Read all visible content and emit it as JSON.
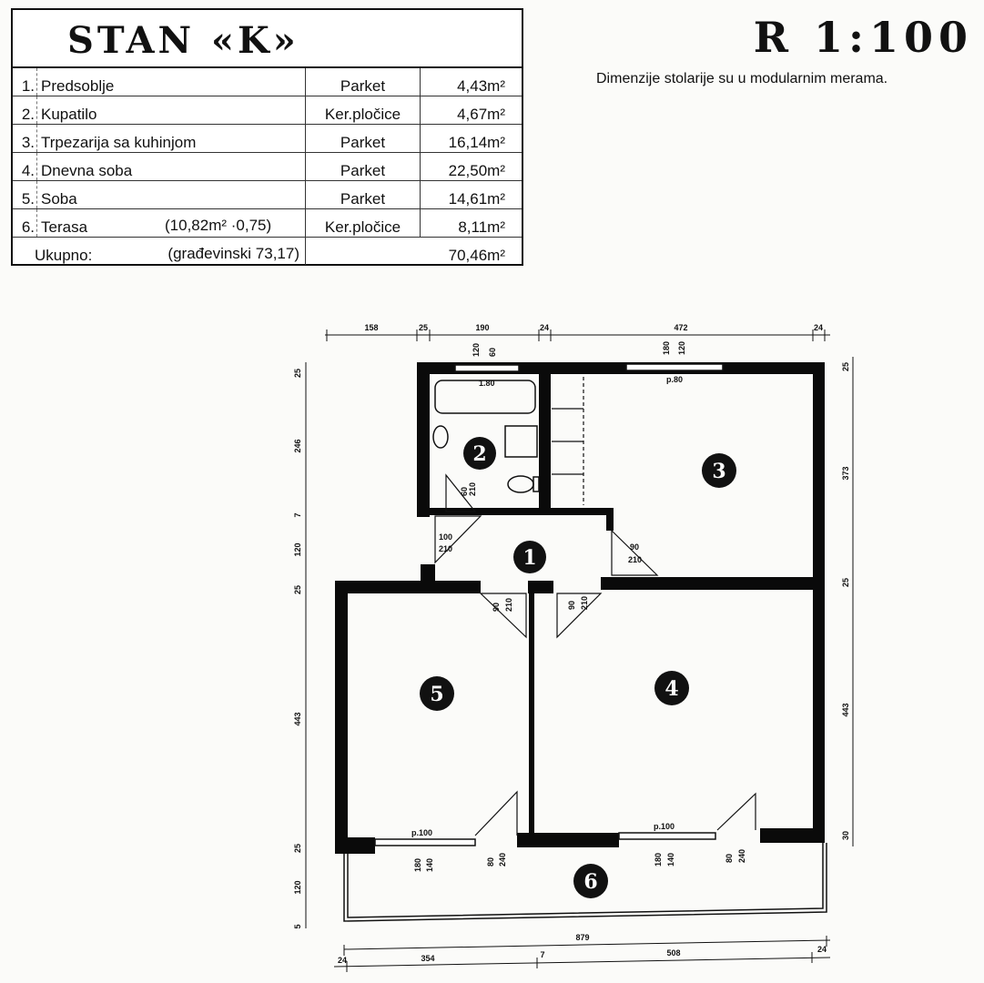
{
  "legend": {
    "title": "STAN «K»",
    "rows": [
      {
        "num": "1.",
        "name": "Predsoblje",
        "extra": "",
        "floor": "Parket",
        "area": "4,43m²"
      },
      {
        "num": "2.",
        "name": "Kupatilo",
        "extra": "",
        "floor": "Ker.pločice",
        "area": "4,67m²"
      },
      {
        "num": "3.",
        "name": "Trpezarija sa kuhinjom",
        "extra": "",
        "floor": "Parket",
        "area": "16,14m²"
      },
      {
        "num": "4.",
        "name": "Dnevna soba",
        "extra": "",
        "floor": "Parket",
        "area": "22,50m²"
      },
      {
        "num": "5.",
        "name": "Soba",
        "extra": "",
        "floor": "Parket",
        "area": "14,61m²"
      },
      {
        "num": "6.",
        "name": "Terasa",
        "extra": "(10,82m² ·0,75)",
        "floor": "Ker.pločice",
        "area": "8,11m²"
      }
    ],
    "total": {
      "label": "Ukupno:",
      "gross": "(građevinski 73,17)",
      "area": "70,46m²"
    }
  },
  "scale": "R 1:100",
  "note": "Dimenzije stolarije su u modularnim merama.",
  "plan": {
    "room_markers": [
      "1",
      "2",
      "3",
      "4",
      "5",
      "6"
    ],
    "dims_top": [
      "158",
      "25",
      "190",
      "24",
      "472",
      "24"
    ],
    "dims_bottom_total": "879",
    "dims_bottom": [
      "24",
      "354",
      "7",
      "508",
      "24"
    ],
    "dims_left": [
      "25",
      "246",
      "7",
      "120",
      "25",
      "443",
      "25",
      "120",
      "5"
    ],
    "dims_right": [
      "25",
      "373",
      "25",
      "443",
      "30"
    ],
    "windows": {
      "bath": {
        "h1": "120",
        "h2": "60",
        "w": "1.80"
      },
      "kitchen": {
        "h1": "180",
        "h2": "120",
        "w": "p.80"
      },
      "room5": {
        "w": "p.100",
        "h1": "180",
        "h2": "140"
      },
      "room4": {
        "w": "p.100",
        "h1": "180",
        "h2": "140"
      }
    },
    "doors": {
      "entry": {
        "w": "100",
        "h": "210"
      },
      "kitchen": {
        "w": "90",
        "h": "210"
      },
      "room5": {
        "w": "90",
        "h": "210"
      },
      "room4": {
        "w": "90",
        "h": "210"
      },
      "bath": {
        "w": "60",
        "h": "210"
      },
      "terrace5": {
        "w": "80",
        "h": "240"
      },
      "terrace4": {
        "w": "80",
        "h": "240"
      }
    }
  }
}
